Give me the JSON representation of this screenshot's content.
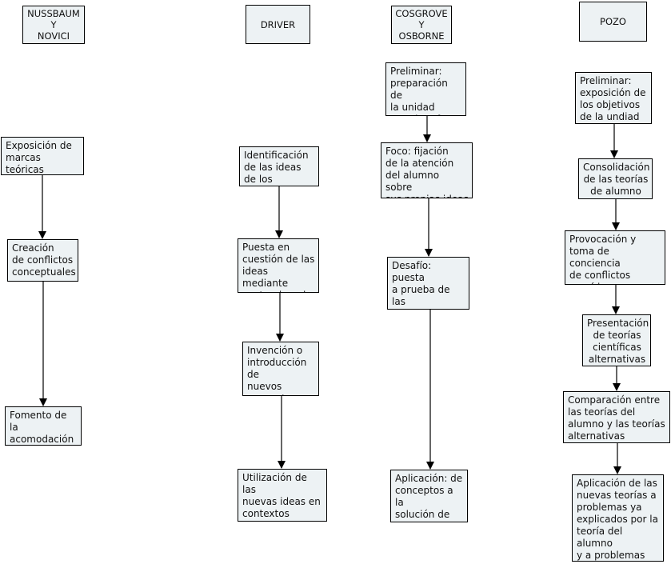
{
  "headers": {
    "nussbaum": "NUSSBAUM\nY\nNOVICI",
    "driver": "DRIVER",
    "cosgrove": "COSGROVE\nY\nOSBORNE",
    "pozo": "POZO"
  },
  "nussbaum": {
    "step1": "Exposición de\nmarcas teóricas\nalternativas",
    "step2": "Creación\nde conflictos\nconceptuales",
    "step3": "Fomento de la\nacomodación\ncognitiva"
  },
  "driver": {
    "step1": "Identificación\nde las ideas\nde los alumnos",
    "step2": "Puesta en\ncuestión de las\nideas mediante\ncontraejemplos",
    "step3": "Invención o\nintroducción de\nnuevos\nconceptos",
    "step4": "Utilización de las\nnuevas ideas en\ncontextos\nproporcionados"
  },
  "cosgrove": {
    "step1": "Preliminar:\npreparación de\nla unidad\npor el profesor",
    "step2": "Foco: fijación\nde la atención\ndel alumno sobre\nsus propias ideas",
    "step3": "Desafío: puesta\na prueba de las\nideas del\nalumno",
    "step4": "Aplicación: de\nconceptos a la\nsolución de\nproblemas"
  },
  "pozo": {
    "step1": "Preliminar:\nexposición de\nlos objetivos\nde la undiad",
    "step2": "Consolidación\nde las teorías\nde alumno",
    "step3": "Provocación y\ntoma de conciencia\nde conflictos\nempíricos",
    "step4": "Presentación\nde teorías\ncientíficas\nalternativas",
    "step5": "Comparación entre\nlas teorías del\nalumno y las teorías\nalternativas",
    "step6": "Aplicación de las\nnuevas teorías a\nproblemas ya\nexplicados por la\nteoría del alumno\ny a problemas no\nexplicados"
  }
}
